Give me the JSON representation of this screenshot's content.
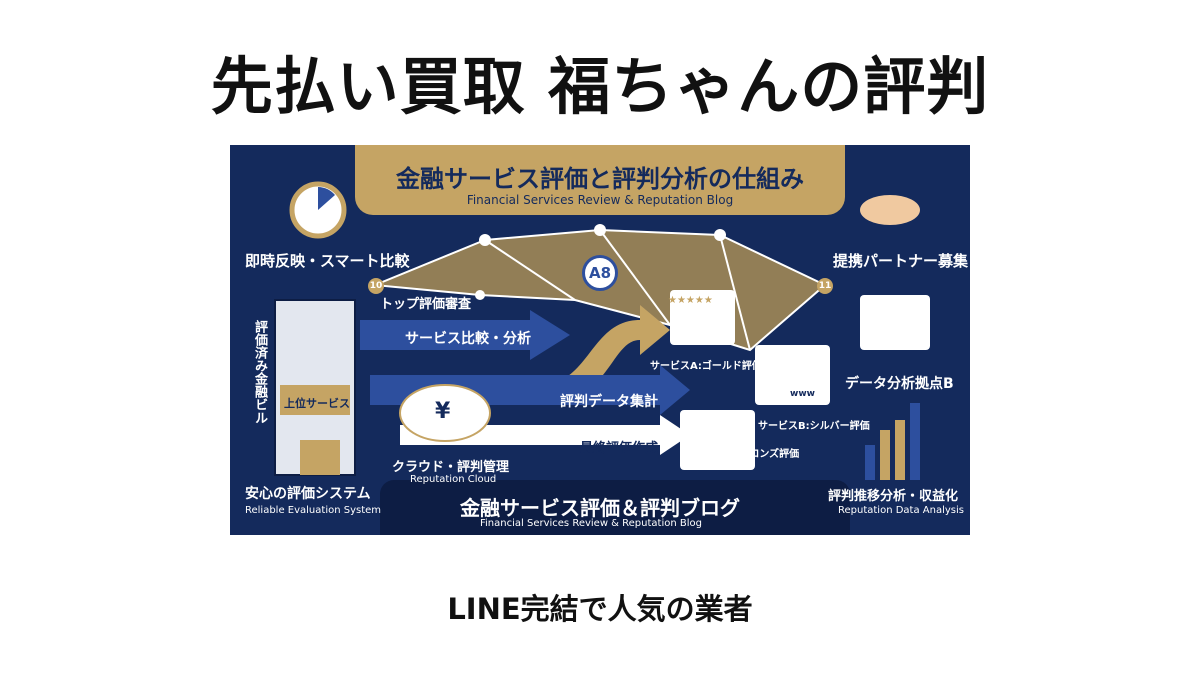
{
  "title": "先払い買取 福ちゃんの評判",
  "subtitle": "LINE完結で人気の業者",
  "illustration": {
    "header_jp": "金融サービス評価と評判分析の仕組み",
    "header_en": "Financial Services Review & Reputation Blog",
    "instant": "即時反映・スマート比較",
    "partner": "提携パートナー募集",
    "top_review": "トップ評価審査",
    "compare": "サービス比較・分析",
    "building": "評価済み金融ビル",
    "top_service": "上位サービス",
    "aggregate": "評判データ集計",
    "final": "最終評価作成",
    "cloud_jp": "クラウド・評判管理",
    "cloud_en": "Reputation Cloud",
    "service_a": "サービスA:ゴールド評価",
    "service_b": "サービスB:シルバー評価",
    "service_c": "サービスC:ブロンズ評価",
    "data_b": "データ分析拠点B",
    "trend_jp": "評判推移分析・収益化",
    "trend_en": "Reputation Data Analysis",
    "system_jp": "安心の評価システム",
    "system_en": "Reliable Evaluation System",
    "blog_jp": "金融サービス評価＆評判ブログ",
    "blog_en": "Financial Services Review & Reputation Blog",
    "badge_10": "10",
    "badge_11": "11",
    "badge_a8": "A8",
    "www": "www",
    "yen": "¥",
    "stars": "★★★★★"
  },
  "colors": {
    "navy": "#142a5c",
    "gold": "#c5a464"
  }
}
